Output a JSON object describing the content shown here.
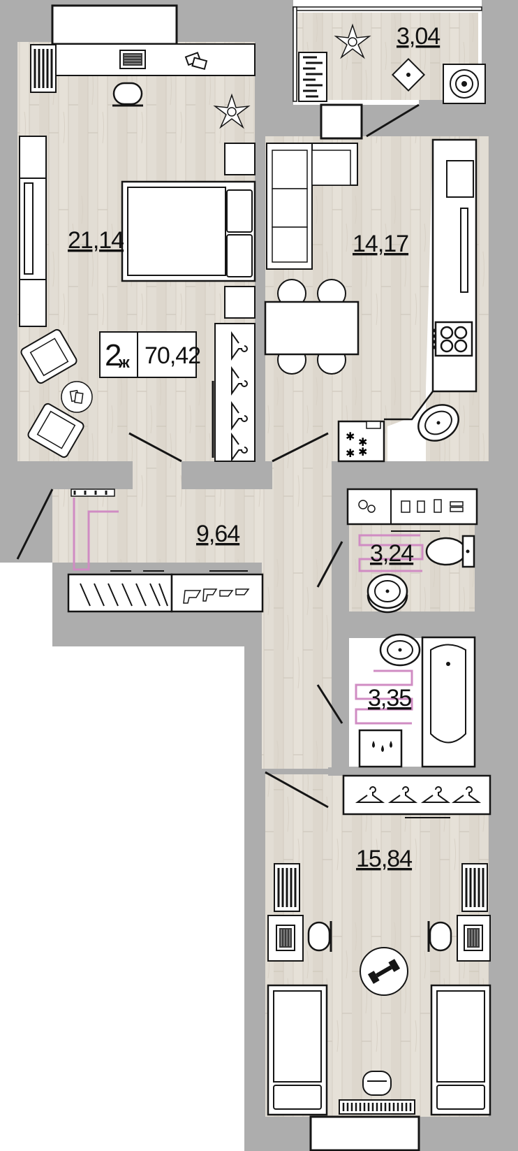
{
  "colors": {
    "wall": "#adadad",
    "floor": "#e0dbd2",
    "floor_plank": "#cfc8bc",
    "line": "#151515",
    "heated_floor": "#d08cc3",
    "furniture": "#ffffff"
  },
  "apartment": {
    "rooms_count": "2",
    "rooms_suffix": "ж",
    "total_area": "70,42"
  },
  "rooms": {
    "bedroom_area": "21,14",
    "balcony_area": "3,04",
    "kitchen_living_area": "14,17",
    "hall_area": "9,64",
    "toilet_area": "3,24",
    "bathroom_area": "3,35",
    "kids_room_area": "15,84"
  },
  "icons": [
    "radiator-icon",
    "laptop-icon",
    "chair-icon",
    "plant-icon",
    "bed-icon",
    "armchair-icon",
    "coffee-table-icon",
    "hanger-icon",
    "sofa-icon",
    "dining-table-icon",
    "stove-icon",
    "sink-icon",
    "toilet-icon",
    "bathtub-icon",
    "washing-machine-icon",
    "dumbbell-icon",
    "boiler-icon",
    "cleaning-supplies-icon",
    "shoes-icon"
  ]
}
